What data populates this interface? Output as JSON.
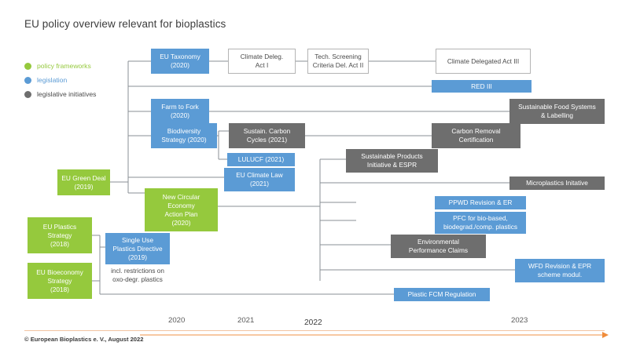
{
  "page": {
    "title": "EU policy overview relevant for bioplastics",
    "footer": "© European Bioplastics e. V., August 2022"
  },
  "colors": {
    "policy_frameworks": "#95C93D",
    "legislation": "#5B9BD5",
    "legislative_initiatives": "#6E6E6E",
    "connector": "#8a8f94",
    "timeline_arrow": "#F2A66A",
    "footer_rule": "#F2C3A0"
  },
  "legend": {
    "items": [
      {
        "label": "policy frameworks",
        "color": "#95C93D",
        "key": "policy-frameworks"
      },
      {
        "label": "legislation",
        "color": "#5B9BD5",
        "key": "legislation"
      },
      {
        "label": "legislative initiatives",
        "color": "#6E6E6E",
        "key": "legislative-initiatives"
      }
    ]
  },
  "nodes": [
    {
      "id": "eu-taxonomy",
      "label": "EU Taxonomy\n(2020)",
      "type": "legislation"
    },
    {
      "id": "climate-deleg-act-i",
      "label": "Climate Deleg.\nAct I",
      "type": "white"
    },
    {
      "id": "tech-screening-act-ii",
      "label": "Tech. Screening\nCriteria Del. Act II",
      "type": "white"
    },
    {
      "id": "climate-delegated-act-iii",
      "label": "Climate Delegated Act III",
      "type": "white"
    },
    {
      "id": "red-iii",
      "label": "RED III",
      "type": "legislation"
    },
    {
      "id": "farm-to-fork",
      "label": "Farm to Fork\n(2020)",
      "type": "legislation"
    },
    {
      "id": "sustainable-food-systems",
      "label": "Sustainable Food Systems\n& Labelling",
      "type": "legislative-initiatives"
    },
    {
      "id": "biodiversity-strategy",
      "label": "Biodiversity\nStrategy (2020)",
      "type": "legislation"
    },
    {
      "id": "sustain-carbon-cycles",
      "label": "Sustain. Carbon\nCycles (2021)",
      "type": "legislative-initiatives"
    },
    {
      "id": "carbon-removal-certification",
      "label": "Carbon Removal\nCertification",
      "type": "legislative-initiatives"
    },
    {
      "id": "lulucf",
      "label": "LULUCF (2021)",
      "type": "legislation"
    },
    {
      "id": "eu-climate-law",
      "label": "EU Climate Law\n(2021)",
      "type": "legislation"
    },
    {
      "id": "eu-green-deal",
      "label": "EU Green Deal\n(2019)",
      "type": "policy-frameworks"
    },
    {
      "id": "new-circular-economy-action-plan",
      "label": "New Circular\nEconomy\nAction Plan\n(2020)",
      "type": "policy-frameworks"
    },
    {
      "id": "sustainable-products-initiative",
      "label": "Sustainable Products\nInitiative & ESPR",
      "type": "legislative-initiatives"
    },
    {
      "id": "microplastics-initiative",
      "label": "Microplastics Initative",
      "type": "legislative-initiatives"
    },
    {
      "id": "ppwd-revision",
      "label": "PPWD Revision & ER",
      "type": "legislation"
    },
    {
      "id": "pfc-bio-based",
      "label": "PFC for bio-based,\nbiodegrad./comp. plastics",
      "type": "legislation"
    },
    {
      "id": "environmental-performance-claims",
      "label": "Environmental\nPerformance Claims",
      "type": "legislative-initiatives"
    },
    {
      "id": "wfd-revision-epr",
      "label": "WFD Revision & EPR\nscheme modul.",
      "type": "legislation"
    },
    {
      "id": "eu-plastics-strategy",
      "label": "EU Plastics\nStrategy\n(2018)",
      "type": "policy-frameworks"
    },
    {
      "id": "single-use-plastics-directive",
      "label": "Single Use\nPlastics Directive\n(2019)",
      "type": "legislation"
    },
    {
      "id": "eu-bioeconomy-strategy",
      "label": "EU Bioeconomy\nStrategy\n(2018)",
      "type": "policy-frameworks"
    },
    {
      "id": "plastic-fcm-regulation",
      "label": "Plastic FCM Regulation",
      "type": "legislation"
    }
  ],
  "notes": [
    {
      "id": "sup-note",
      "text": "incl. restrictions on\noxo-degr. plastics"
    }
  ],
  "timeline": {
    "labels": [
      "2020",
      "2021",
      "2022",
      "2023"
    ],
    "emphasis": "2022"
  }
}
